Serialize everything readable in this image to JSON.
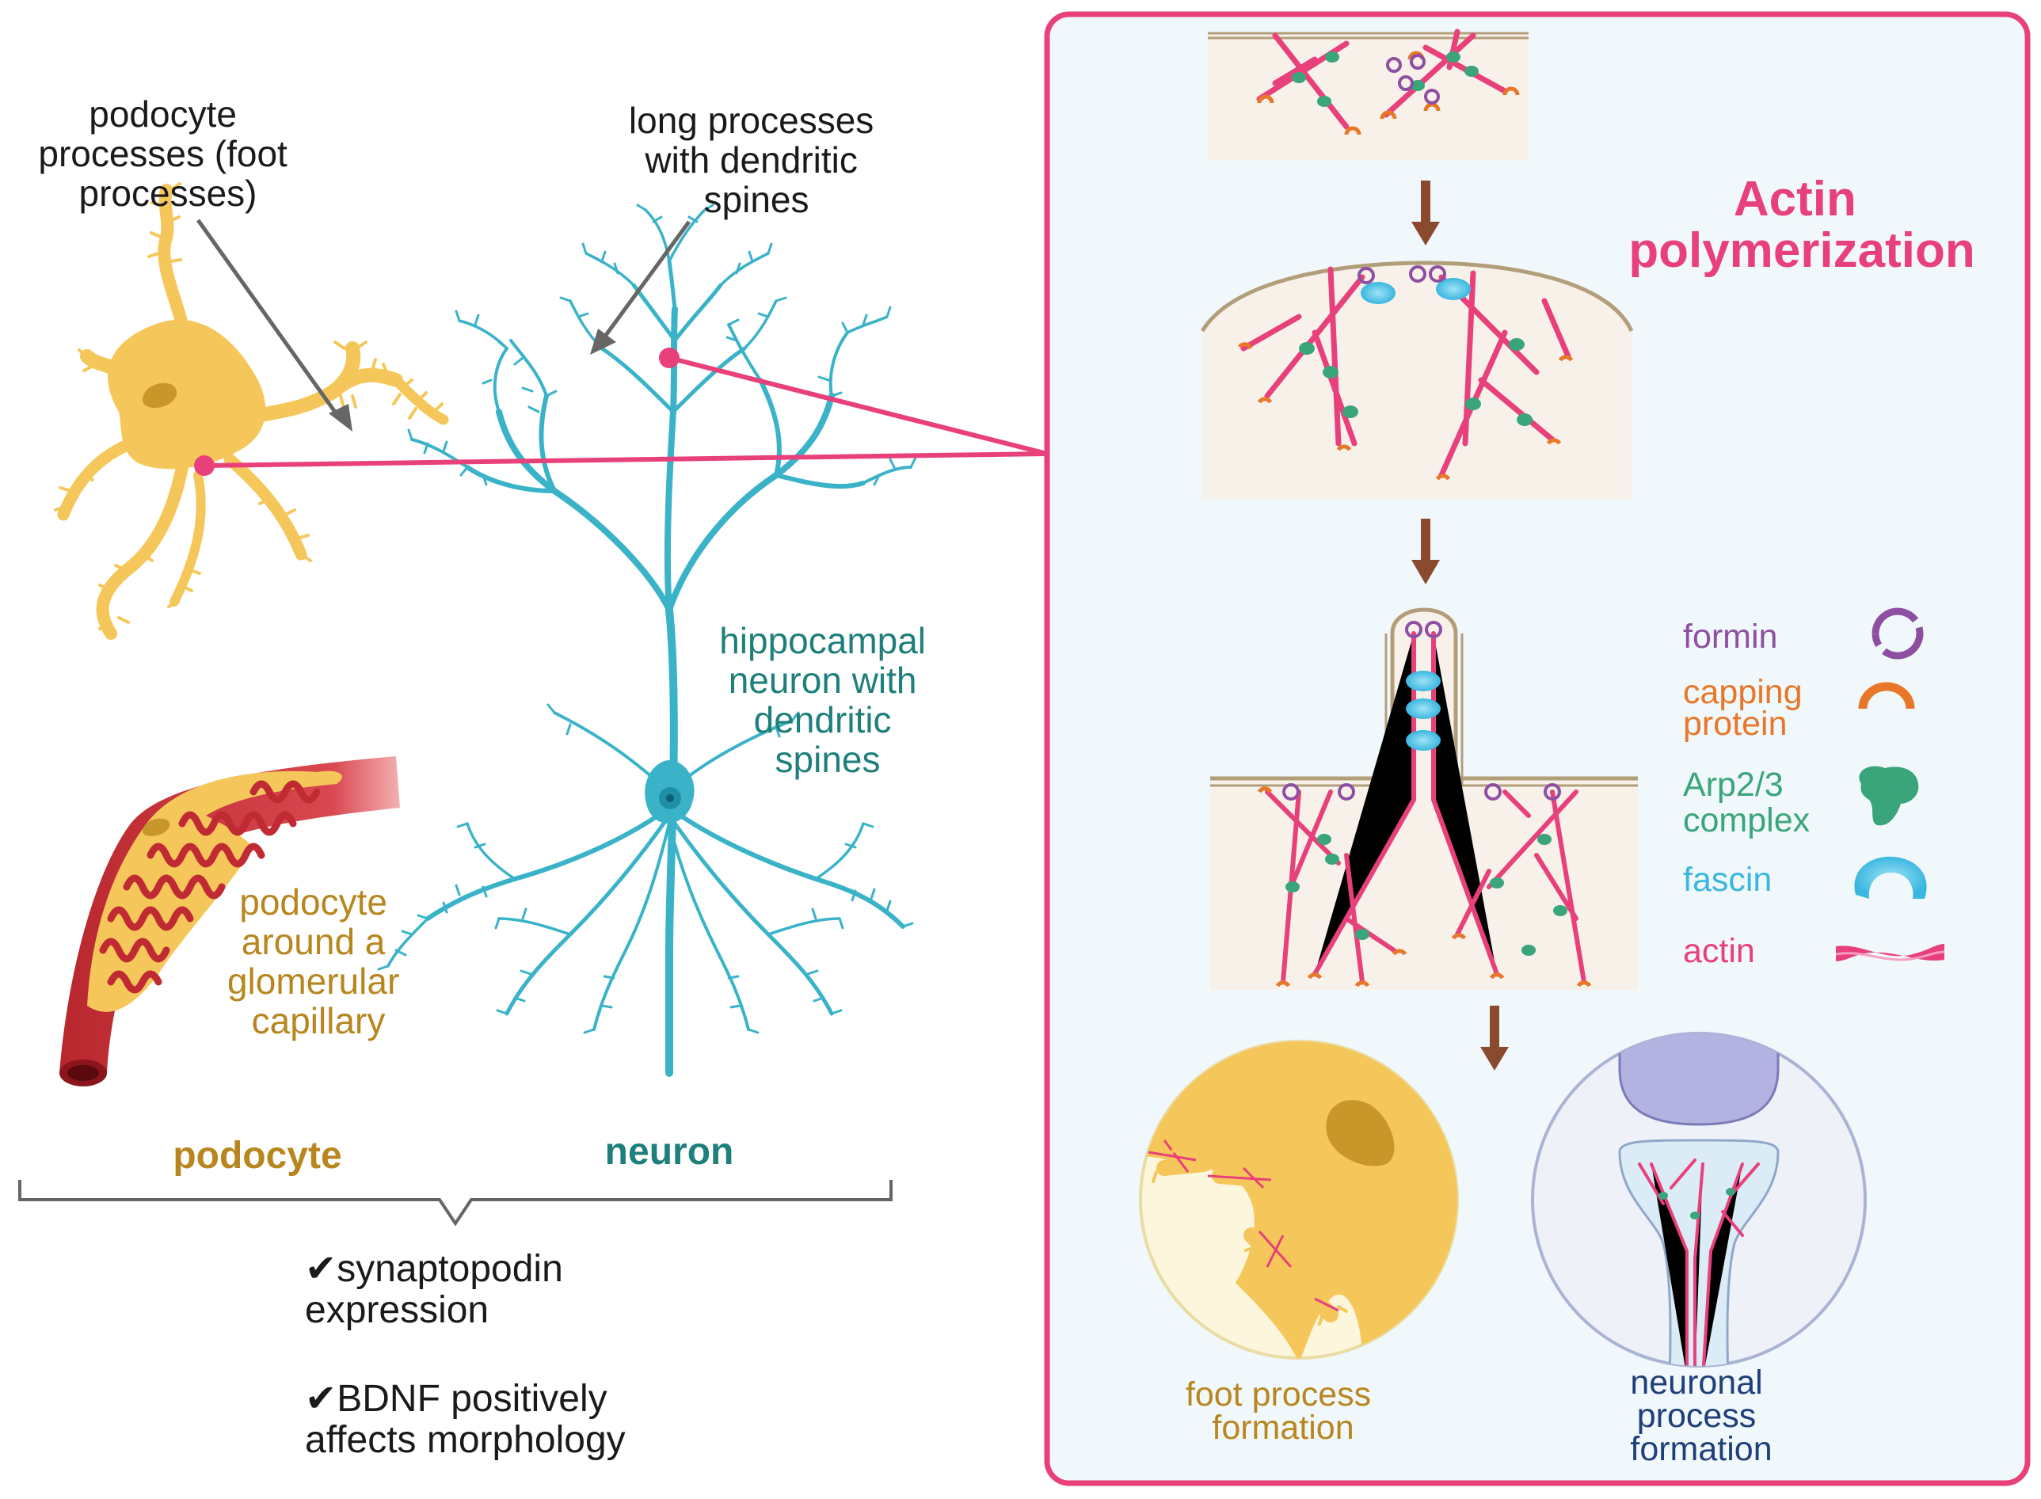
{
  "left": {
    "podocyte_processes_label": [
      "podocyte",
      "processes (foot",
      "processes)"
    ],
    "neuron_processes_label": [
      "long processes",
      "with dendritic",
      "spines"
    ],
    "hippocampal_label": [
      "hippocampal",
      "neuron with",
      "dendritic",
      "spines"
    ],
    "capillary_label": [
      "podocyte",
      "around a",
      "glomerular",
      "capillary"
    ],
    "podocyte_title": "podocyte",
    "neuron_title": "neuron",
    "shared_1": [
      "✔synaptopodin",
      "expression"
    ],
    "shared_2": [
      "✔BDNF positively",
      "affects morphology"
    ]
  },
  "right": {
    "title": [
      "Actin",
      "polymerization"
    ],
    "legend": [
      {
        "label": [
          "formin"
        ],
        "color": "#8e4fa3",
        "icon": "formin-icon"
      },
      {
        "label": [
          "capping",
          "protein"
        ],
        "color": "#e8772a",
        "icon": "capping-protein-icon"
      },
      {
        "label": [
          "Arp2/3",
          "complex"
        ],
        "color": "#3aa57a",
        "icon": "arp23-icon"
      },
      {
        "label": [
          "fascin"
        ],
        "color": "#3ab7e0",
        "icon": "fascin-icon"
      },
      {
        "label": [
          "actin"
        ],
        "color": "#e8407a",
        "icon": "actin-icon"
      }
    ],
    "foot_process_label": [
      "foot process",
      "formation"
    ],
    "neuronal_process_label": [
      "neuronal",
      "process",
      "formation"
    ]
  },
  "colors": {
    "podocyte": "#f5c75a",
    "podocyte_text": "#b8861f",
    "neuron": "#3ab3c8",
    "neuron_text": "#1f7f7a",
    "accent": "#e8407a",
    "panel_bg": "#f1f8fb",
    "arrow": "#8a4a2e",
    "navy_text": "#1f3f7a"
  }
}
